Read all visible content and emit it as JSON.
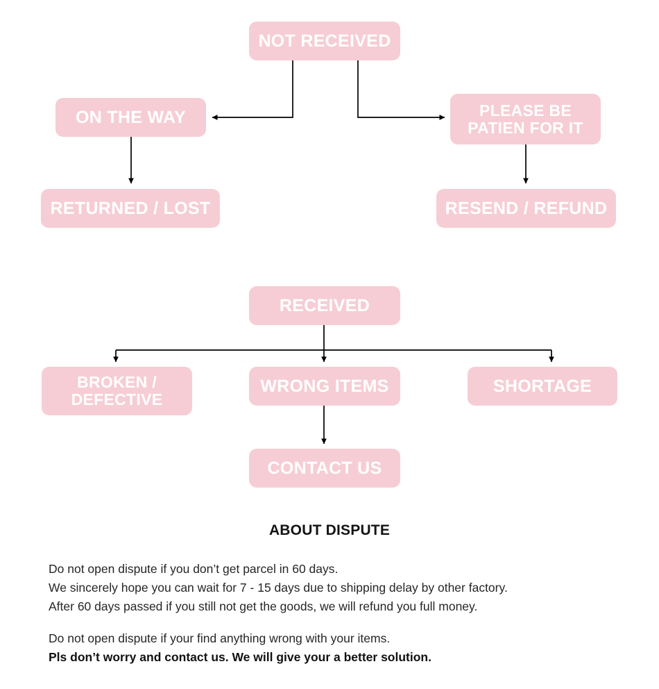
{
  "diagram": {
    "type": "flowchart",
    "accent_color": "#F6CDD5",
    "node_text_color": "#FFFFFF",
    "connector_color": "#000000",
    "background": "#FFFFFF",
    "flows": [
      {
        "id": "not-received",
        "root": "NOT RECEIVED",
        "nodes": {
          "not_received": "NOT RECEIVED",
          "on_the_way": "ON THE WAY",
          "please_patient": "PLEASE BE\nPATIEN FOR IT",
          "returned_lost": "RETURNED / LOST",
          "resend_refund": "RESEND / REFUND"
        },
        "edges": [
          {
            "from": "NOT RECEIVED",
            "to": "ON THE WAY"
          },
          {
            "from": "NOT RECEIVED",
            "to": "PLEASE BE PATIEN FOR IT"
          },
          {
            "from": "ON THE WAY",
            "to": "RETURNED / LOST"
          },
          {
            "from": "PLEASE BE PATIEN FOR IT",
            "to": "RESEND / REFUND"
          }
        ]
      },
      {
        "id": "received",
        "root": "RECEIVED",
        "nodes": {
          "received": "RECEIVED",
          "broken": "BROKEN /\nDEFECTIVE",
          "wrong_items": "WRONG ITEMS",
          "shortage": "SHORTAGE",
          "contact_us": "CONTACT US"
        },
        "edges": [
          {
            "from": "RECEIVED",
            "to": "BROKEN / DEFECTIVE"
          },
          {
            "from": "RECEIVED",
            "to": "WRONG ITEMS"
          },
          {
            "from": "RECEIVED",
            "to": "SHORTAGE"
          },
          {
            "from": "WRONG ITEMS",
            "to": "CONTACT US"
          }
        ]
      }
    ]
  },
  "notes": {
    "heading": "ABOUT DISPUTE",
    "paragraph_1": {
      "line_1": "Do not open dispute if you don’t get parcel in 60 days.",
      "line_2": "We sincerely hope you can wait for 7 - 15 days due to shipping delay by other factory.",
      "line_3": "After 60 days passed if you still not get the goods, we will refund you full money."
    },
    "paragraph_2": {
      "line_1": "Do not open dispute if your find anything wrong with your items.",
      "line_2": "Pls don’t worry and contact us. We will give your a better solution."
    }
  }
}
